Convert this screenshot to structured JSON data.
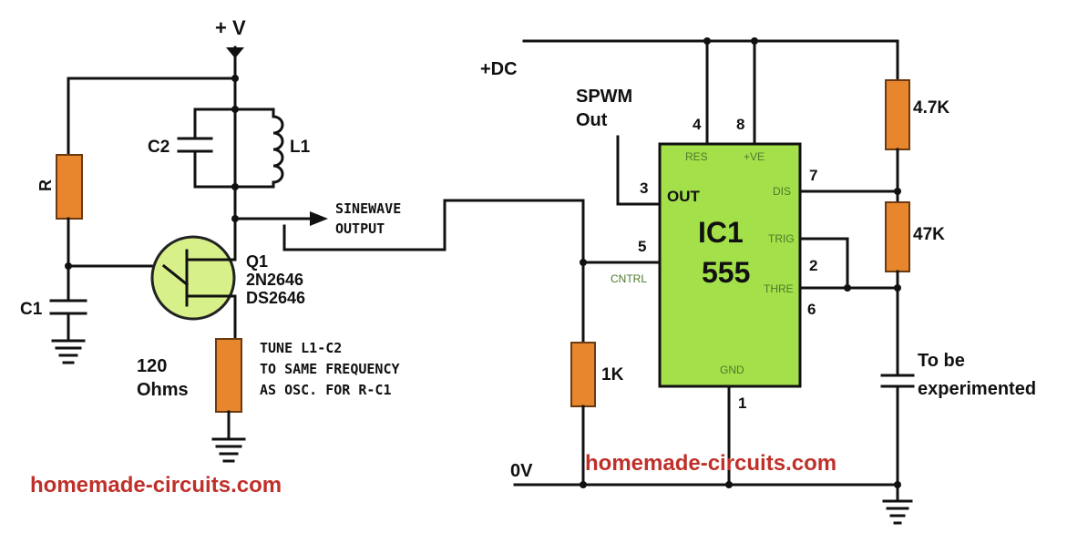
{
  "supply": {
    "left_v": "+ V",
    "right_dc": "+DC",
    "ground": "0V"
  },
  "left": {
    "r": "R",
    "c1": "C1",
    "c2": "C2",
    "l1": "L1",
    "q1": [
      "Q1",
      "2N2646",
      "DS2646"
    ],
    "r120": [
      "120",
      "Ohms"
    ],
    "output": [
      "SINEWAVE",
      "OUTPUT"
    ],
    "tune": [
      "TUNE L1-C2",
      "TO SAME FREQUENCY",
      "AS OSC. FOR R-C1"
    ]
  },
  "right": {
    "ic": [
      "IC1",
      "555"
    ],
    "spwm": [
      "SPWM",
      "Out"
    ],
    "r1": "4.7K",
    "r2": "47K",
    "r3": "1K",
    "cap": [
      "To be",
      "experimented"
    ],
    "pins": {
      "p4": "4",
      "p8": "8",
      "p3": "3",
      "p7": "7",
      "p5": "5",
      "p2": "2",
      "p6": "6",
      "p1": "1"
    },
    "pin_names": {
      "res": "RES",
      "ve": "+VE",
      "out": "OUT",
      "dis": "DIS",
      "trig": "TRIG",
      "cntrl": "CNTRL",
      "thre": "THRE",
      "gnd": "GND"
    }
  },
  "watermark": "homemade-circuits.com",
  "colors": {
    "resistor": "#e8862e",
    "chip": "#a4e04a",
    "transistor": "#d8f08a",
    "watermark": "#c0302a"
  }
}
